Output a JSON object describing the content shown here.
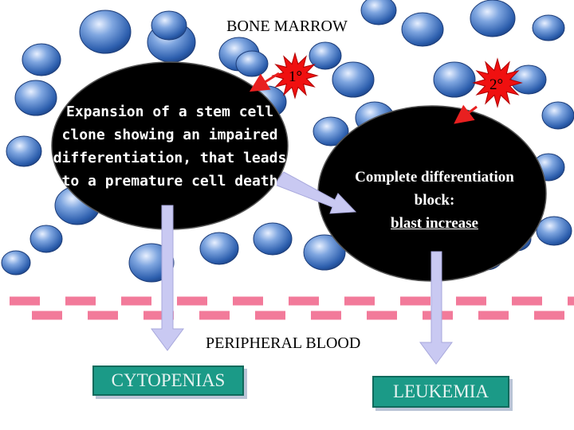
{
  "colors": {
    "background": "#ffffff",
    "oval_fill": "#000000",
    "oval_text": "#ffffff",
    "cell_fill": "#3b6fb6",
    "dash_color": "#f27a9a",
    "burst_fill": "#f01010",
    "pointer_arrow": "#e82020",
    "flow_arrow": "#c9c9f2",
    "box_fill": "#1b9a87",
    "box_text": "#e6f3f1"
  },
  "icons": {
    "burst_primary": "starburst-icon",
    "burst_secondary": "starburst-icon",
    "cells": "blood-cell-icon"
  },
  "labels": {
    "bone_marrow": "BONE MARROW",
    "peripheral_blood": "PERIPHERAL  BLOOD"
  },
  "bursts": {
    "primary": "1°",
    "secondary": "2°"
  },
  "left_oval": {
    "lines": [
      "Expansion of a stem cell",
      "clone showing an impaired",
      "differentiation, that leads",
      "to a premature cell death"
    ]
  },
  "right_oval": {
    "line1": "Complete differentiation",
    "line2": "block:",
    "line3": "blast increase"
  },
  "outcomes": {
    "left": "CYTOPENIAS",
    "right": "LEUKEMIA"
  }
}
